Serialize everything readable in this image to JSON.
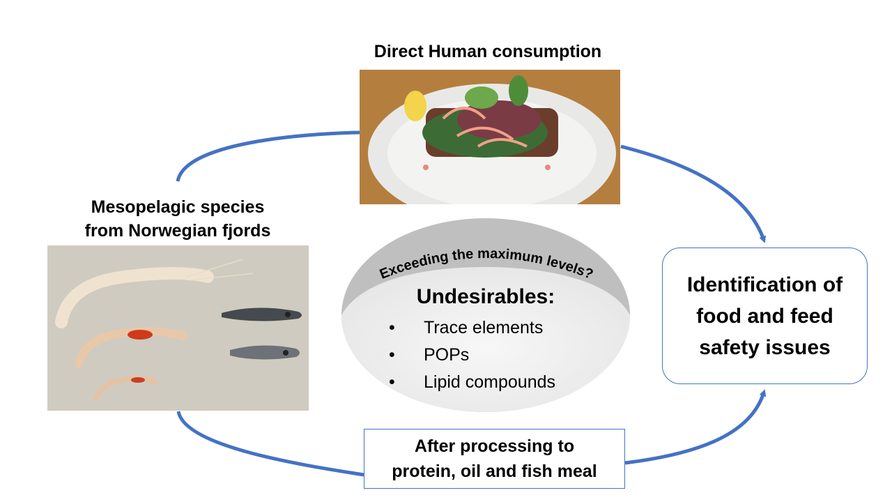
{
  "colors": {
    "arrow": "#4472c4",
    "box_border": "#4472c4",
    "ellipse_top": "#bfbfbf",
    "ellipse_body": "#eeeeee"
  },
  "nodes": {
    "direct_consumption": {
      "label": "Direct Human consumption"
    },
    "mesopelagic": {
      "line1": "Mesopelagic species",
      "line2": "from Norwegian fjords"
    },
    "processing": {
      "line1": "After processing to",
      "line2": "protein, oil and fish meal"
    },
    "identification": {
      "line1": "Identification of",
      "line2": "food and feed",
      "line3": "safety issues"
    }
  },
  "undesirables": {
    "question": "Exceeding the maximum levels?",
    "title": "Undesirables:",
    "bullet": "•",
    "items": [
      "Trace elements",
      "POPs",
      "Lipid compounds"
    ]
  }
}
